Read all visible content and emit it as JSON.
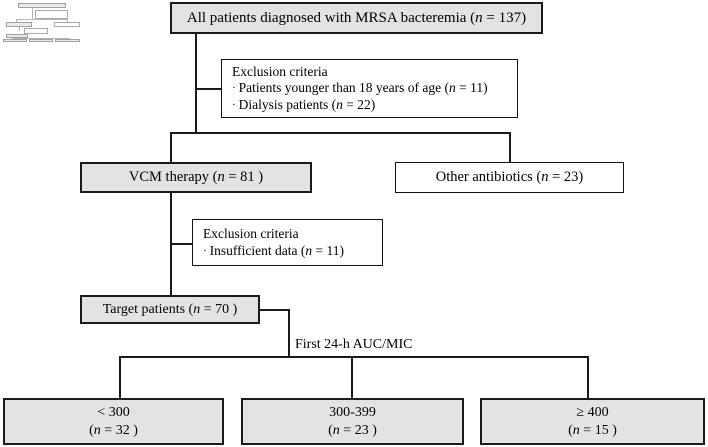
{
  "figure": {
    "type": "flowchart",
    "title": "Patient selection flow diagram for MRSA bacteremia cohort",
    "colors": {
      "shaded_box_fill": "#e3e3e3",
      "plain_box_fill": "#ffffff",
      "line": "#1a1a1a",
      "text": "#000000"
    }
  },
  "nodes": {
    "all_patients": {
      "text": "All patients diagnosed with MRSA bacteremia (",
      "n_label": "n",
      "n_value": " = 137)",
      "style": "shaded"
    },
    "exclusion_1": {
      "heading": "Exclusion criteria",
      "bullet_marker": "·",
      "items": [
        {
          "text": "Patients younger than 18 years of age (",
          "n_label": "n",
          "n_value": " = 11)"
        },
        {
          "text": "Dialysis patients (",
          "n_label": "n",
          "n_value": " = 22)"
        }
      ],
      "style": "plain"
    },
    "vcm_therapy": {
      "text": "VCM therapy (",
      "n_label": "n",
      "n_value": " = 81 )",
      "style": "shaded"
    },
    "other_antibiotics": {
      "text": "Other antibiotics (",
      "n_label": "n",
      "n_value": " = 23)",
      "style": "plain"
    },
    "exclusion_2": {
      "heading": "Exclusion criteria",
      "bullet_marker": "·",
      "items": [
        {
          "text": "Insufficient data (",
          "n_label": "n",
          "n_value": " = 11)"
        }
      ],
      "style": "plain"
    },
    "target_patients": {
      "text": "Target patients (",
      "n_label": "n",
      "n_value": " = 70 )",
      "style": "shaded"
    },
    "split_label": {
      "text": "First 24-h AUC/MIC"
    },
    "group_low": {
      "line1": "< 300",
      "line2_prefix": "(",
      "n_label": "n",
      "line2_suffix": " = 32 )",
      "style": "shaded"
    },
    "group_mid": {
      "line1": "300-399",
      "line2_prefix": "(",
      "n_label": "n",
      "line2_suffix": " = 23 )",
      "style": "shaded"
    },
    "group_high": {
      "line1": "≥ 400",
      "line2_prefix": "(",
      "n_label": "n",
      "line2_suffix": " = 15 )",
      "style": "shaded"
    }
  },
  "thumbnail": {
    "label": "figure-thumbnail-preview"
  }
}
